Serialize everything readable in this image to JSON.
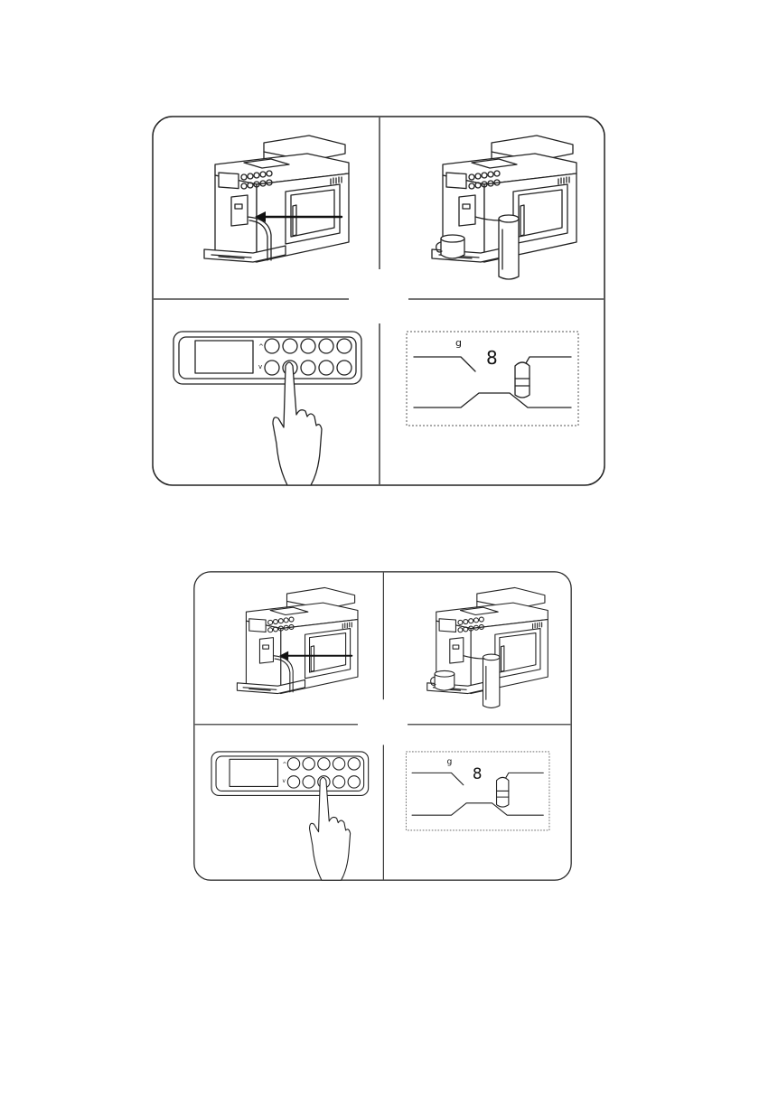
{
  "figures": [
    {
      "panels": [
        {
          "content": "machine-with-arrow-at-milk-outlet"
        },
        {
          "content": "machine-with-cup-and-milk-container"
        },
        {
          "content": "control-panel-finger-pressing-button"
        },
        {
          "content": "display-screen-milk-icon"
        }
      ],
      "display": {
        "glyph_small": "g",
        "glyph_digit": "8"
      }
    },
    {
      "panels": [
        {
          "content": "machine-with-arrow-at-milk-outlet"
        },
        {
          "content": "machine-with-cup-and-milk-container"
        },
        {
          "content": "control-panel-finger-pressing-button"
        },
        {
          "content": "display-screen-milk-icon"
        }
      ],
      "display": {
        "glyph_small": "g",
        "glyph_digit": "8"
      }
    }
  ]
}
